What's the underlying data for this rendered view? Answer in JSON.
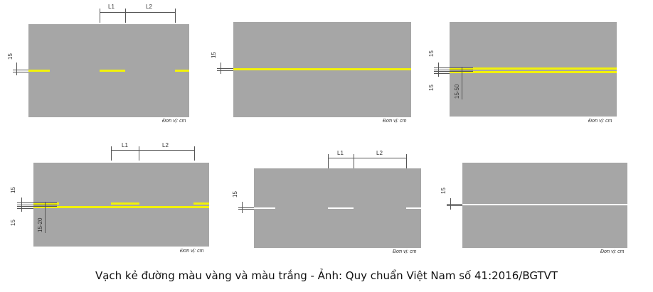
{
  "diagrams": {
    "broken_yellow": {
      "l1": "L1",
      "l2": "L2",
      "width": "15",
      "unit": "Đơn vị: cm"
    },
    "solid_yellow": {
      "width": "15",
      "unit": "Đơn vị: cm"
    },
    "double_solid_yellow": {
      "width_top": "15",
      "width_bottom": "15",
      "gap": "15-50",
      "unit": "Đơn vị: cm"
    },
    "solid_broken_yellow": {
      "l1": "L1",
      "l2": "L2",
      "width_top": "15",
      "width_bottom": "15",
      "gap": "15-20",
      "unit": "Đơn vị: cm"
    },
    "broken_white": {
      "l1": "L1",
      "l2": "L2",
      "width": "15",
      "unit": "Đơn vị: cm"
    },
    "solid_white": {
      "width": "15",
      "unit": "Đơn vị: cm"
    }
  },
  "colors": {
    "road": "#a6a6a6",
    "yellow": "#f2f20a",
    "white": "#ffffff"
  },
  "caption": "Vạch kẻ đường màu vàng và màu trắng - Ảnh: Quy chuẩn Việt Nam số 41:2016/BGTVT"
}
